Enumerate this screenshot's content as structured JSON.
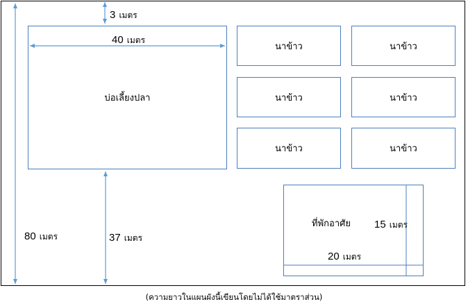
{
  "boxes": {
    "pond_label": "บ่อเลี้ยงปลา",
    "house_label": "ที่พักอาศัย",
    "rice_labels": [
      "นาข้าว",
      "นาข้าว",
      "นาข้าว",
      "นาข้าว",
      "นาข้าว",
      "นาข้าว"
    ]
  },
  "dimensions": {
    "top_gap": {
      "value": "3",
      "unit": "เมตร"
    },
    "pond_width": {
      "value": "40",
      "unit": "เมตร"
    },
    "total_height": {
      "value": "80",
      "unit": "เมตร"
    },
    "bottom_gap": {
      "value": "37",
      "unit": "เมตร"
    },
    "house_height": {
      "value": "15",
      "unit": "เมตร"
    },
    "house_width": {
      "value": "20",
      "unit": "เมตร"
    }
  },
  "caption": "(ความยาวในแผนผังนี้เขียนโดยไม่ได้ใช้มาตราส่วน)",
  "colors": {
    "outline": "#000000",
    "box_border": "#4a7ebb",
    "arrow": "#5b9bd5"
  }
}
